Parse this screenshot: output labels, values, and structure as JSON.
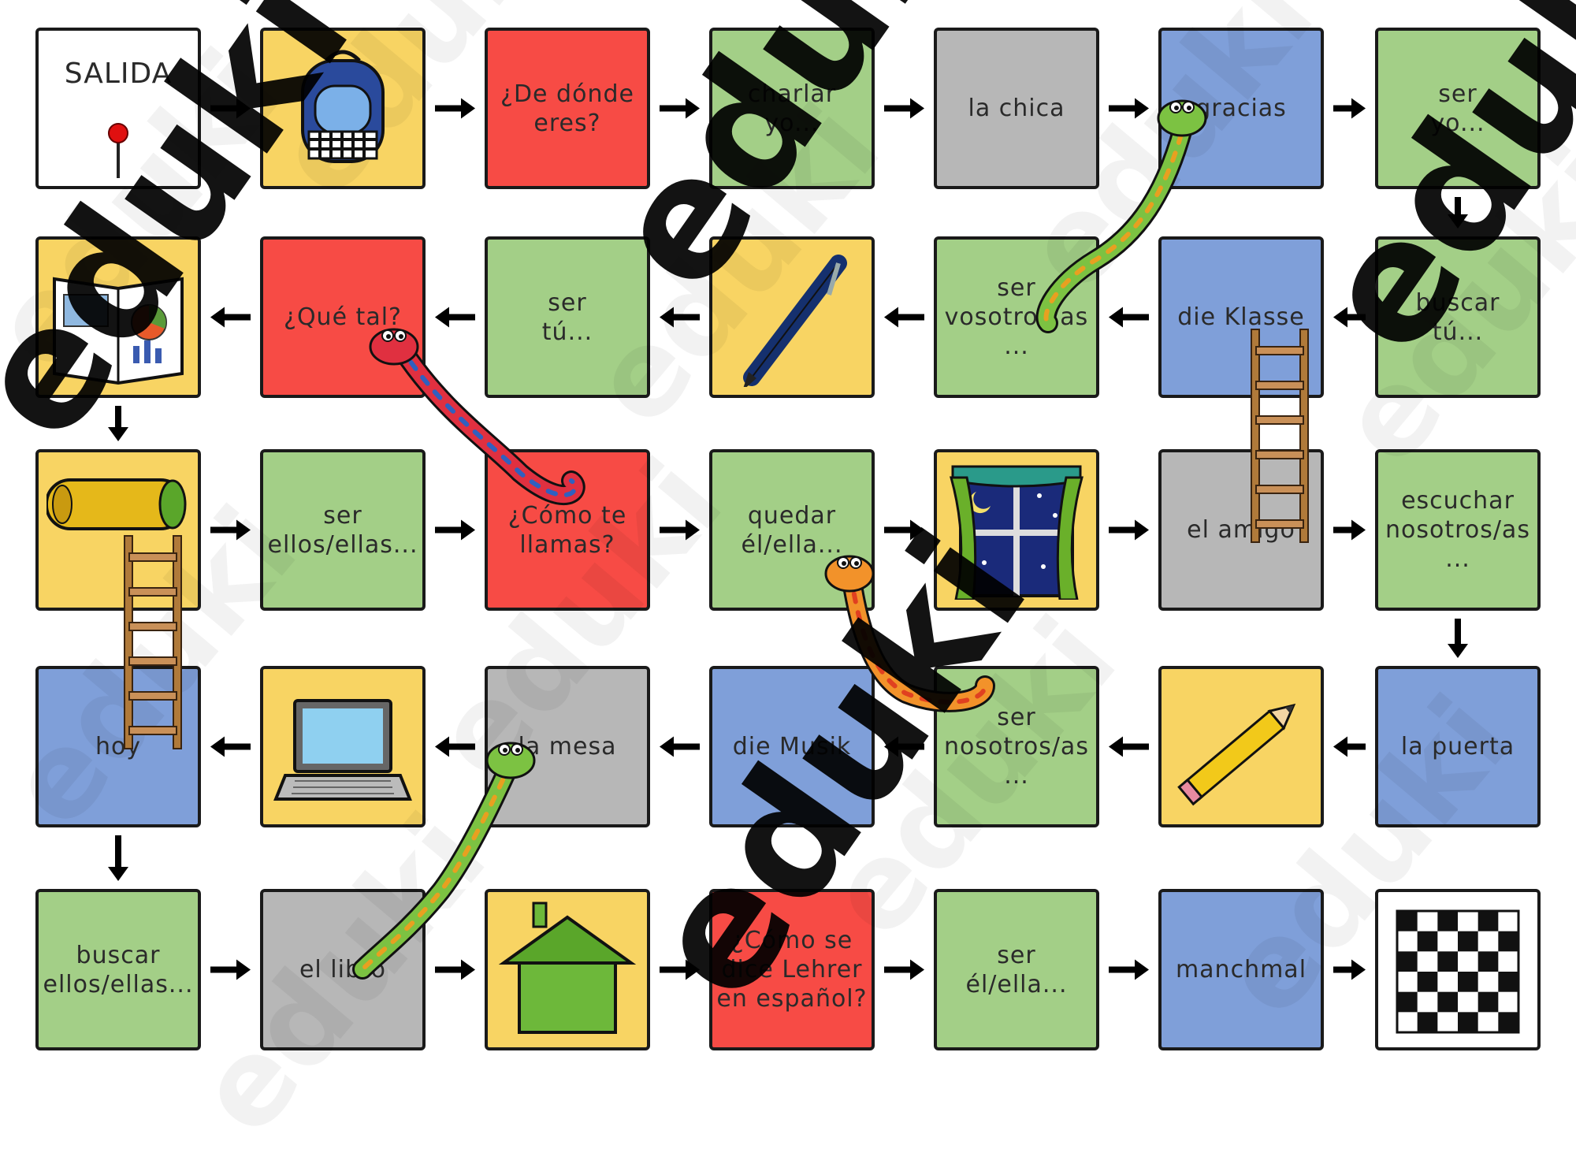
{
  "colors": {
    "yellow": "#f8d463",
    "red": "#f74b45",
    "green": "#a3cf87",
    "gray": "#b7b7b7",
    "blue": "#7f9fd9",
    "white": "#ffffff"
  },
  "watermark": {
    "text": "eduki"
  },
  "tiles": [
    {
      "color": "white",
      "label": "SALIDA",
      "art": "start-pin-icon"
    },
    {
      "color": "yellow",
      "label": "",
      "art": "backpack-icon"
    },
    {
      "color": "red",
      "label": "¿De dónde\neres?"
    },
    {
      "color": "green",
      "label": "charlar\nyo..."
    },
    {
      "color": "gray",
      "label": "la chica"
    },
    {
      "color": "blue",
      "label": "gracias"
    },
    {
      "color": "green",
      "label": "ser\nyo..."
    },
    {
      "color": "green",
      "label": "buscar\ntú..."
    },
    {
      "color": "blue",
      "label": "die Klasse"
    },
    {
      "color": "green",
      "label": "ser\nvosotros/as\n..."
    },
    {
      "color": "yellow",
      "label": "",
      "art": "pen-icon"
    },
    {
      "color": "green",
      "label": "ser\ntú..."
    },
    {
      "color": "red",
      "label": "¿Qué tal?"
    },
    {
      "color": "yellow",
      "label": "",
      "art": "book-icon"
    },
    {
      "color": "yellow",
      "label": "",
      "art": "pencil-case-icon"
    },
    {
      "color": "green",
      "label": "ser\nellos/ellas..."
    },
    {
      "color": "red",
      "label": "¿Cómo te\nllamas?"
    },
    {
      "color": "green",
      "label": "quedar\nél/ella..."
    },
    {
      "color": "yellow",
      "label": "",
      "art": "window-icon"
    },
    {
      "color": "gray",
      "label": "el amigo"
    },
    {
      "color": "green",
      "label": "escuchar\nnosotros/as\n..."
    },
    {
      "color": "blue",
      "label": "la puerta"
    },
    {
      "color": "yellow",
      "label": "",
      "art": "pencil-icon"
    },
    {
      "color": "green",
      "label": "ser\nnosotros/as\n..."
    },
    {
      "color": "blue",
      "label": "die Musik"
    },
    {
      "color": "gray",
      "label": "la mesa"
    },
    {
      "color": "yellow",
      "label": "",
      "art": "laptop-icon"
    },
    {
      "color": "blue",
      "label": "hoy"
    },
    {
      "color": "green",
      "label": "buscar\nellos/ellas..."
    },
    {
      "color": "gray",
      "label": "el libro"
    },
    {
      "color": "yellow",
      "label": "",
      "art": "house-icon"
    },
    {
      "color": "red",
      "label": "¿Cómo se\ndice Lehrer\nen español?"
    },
    {
      "color": "green",
      "label": "ser\nél/ella..."
    },
    {
      "color": "blue",
      "label": "manchmal"
    },
    {
      "color": "white",
      "label": "",
      "art": "finish-flag-icon"
    }
  ],
  "snakes": [
    {
      "name": "snake-green-top"
    },
    {
      "name": "snake-red"
    },
    {
      "name": "snake-orange"
    },
    {
      "name": "snake-green-bottom"
    }
  ],
  "ladders": [
    {
      "name": "ladder-right"
    },
    {
      "name": "ladder-left"
    }
  ]
}
